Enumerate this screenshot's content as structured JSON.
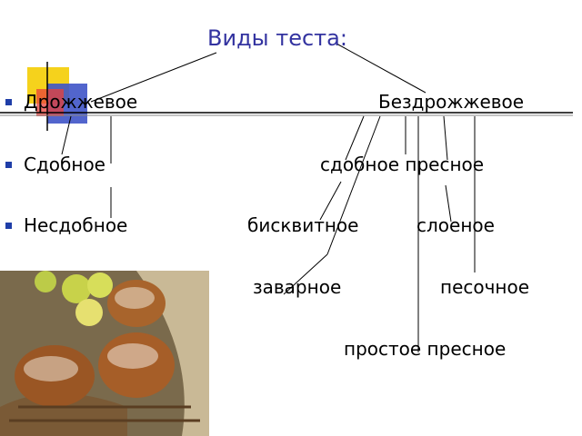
{
  "title": "Виды теста:",
  "yeast": {
    "label": "Дрожжевое",
    "children": [
      "Сдобное",
      "Несдобное"
    ]
  },
  "yeast_free": {
    "label": "Бездрожжевое",
    "children": [
      "сдобное пресное",
      "бисквитное",
      "слоеное",
      "заварное",
      "песочное",
      "простое пресное"
    ]
  },
  "colors": {
    "title": "#3333a0",
    "bullet": "#1f3ea8",
    "deco_yellow": "#f5d21c",
    "deco_red": "#e8403a",
    "deco_blue": "#3f54c8"
  },
  "image": {
    "icon": "croissant-basket-photo"
  }
}
